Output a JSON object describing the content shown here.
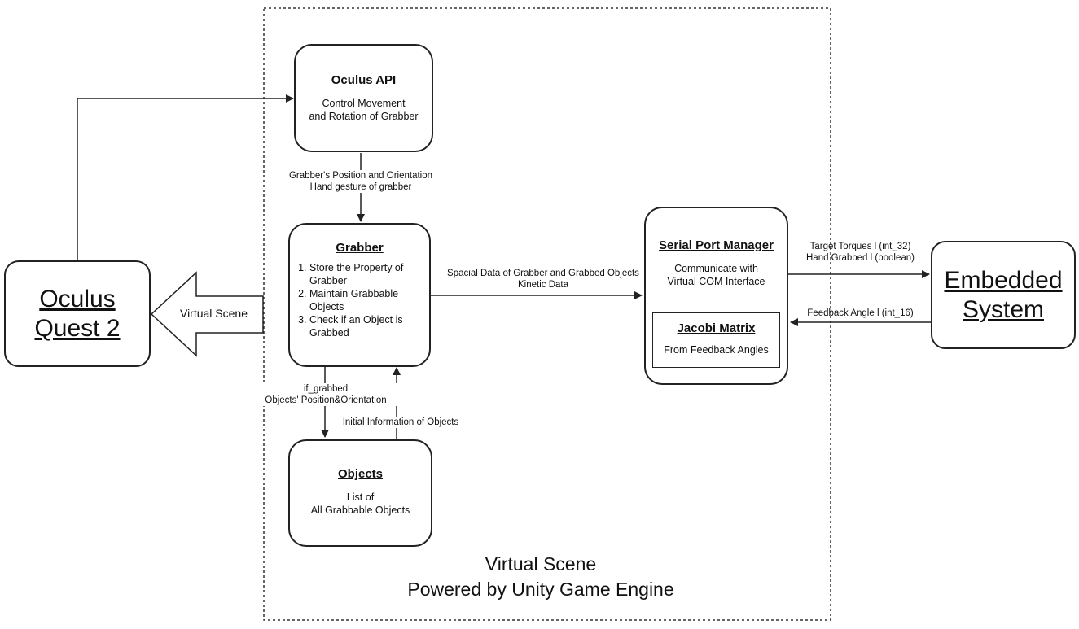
{
  "nodes": {
    "oculus_quest": {
      "title": "Oculus\nQuest 2"
    },
    "oculus_api": {
      "title": "Oculus API",
      "text": "Control Movement\nand Rotation of Grabber"
    },
    "grabber": {
      "title": "Grabber",
      "items": [
        "Store the Property of Grabber",
        "Maintain Grabbable Objects",
        "Check if an Object is Grabbed"
      ]
    },
    "objects": {
      "title": "Objects",
      "text": "List of\nAll Grabbable Objects"
    },
    "serial_port_manager": {
      "title": "Serial Port Manager",
      "text": "Communicate with\nVirtual COM Interface"
    },
    "jacobi_matrix": {
      "title": "Jacobi Matrix",
      "text": "From Feedback Angles"
    },
    "embedded_system": {
      "title": "Embedded\nSystem"
    }
  },
  "edges": {
    "api_to_grabber": "Grabber's Position and Orientation\nHand gesture of grabber",
    "grabber_to_serial": "Spacial Data of Grabber and Grabbed Objects\nKinetic Data",
    "grabber_to_objects": "if_grabbed\nObjects' Position&Orientation",
    "objects_to_grabber": "Initial Information of Objects",
    "serial_to_embedded": "Target Torques l (int_32)\nHand Grabbed l (boolean)",
    "embedded_to_serial": "Feedback Angle l (int_16)",
    "scene_to_quest": "Virtual Scene"
  },
  "container": {
    "caption": "Virtual Scene\nPowered by Unity Game Engine"
  },
  "colors": {
    "line": "#222222",
    "background": "#ffffff"
  }
}
